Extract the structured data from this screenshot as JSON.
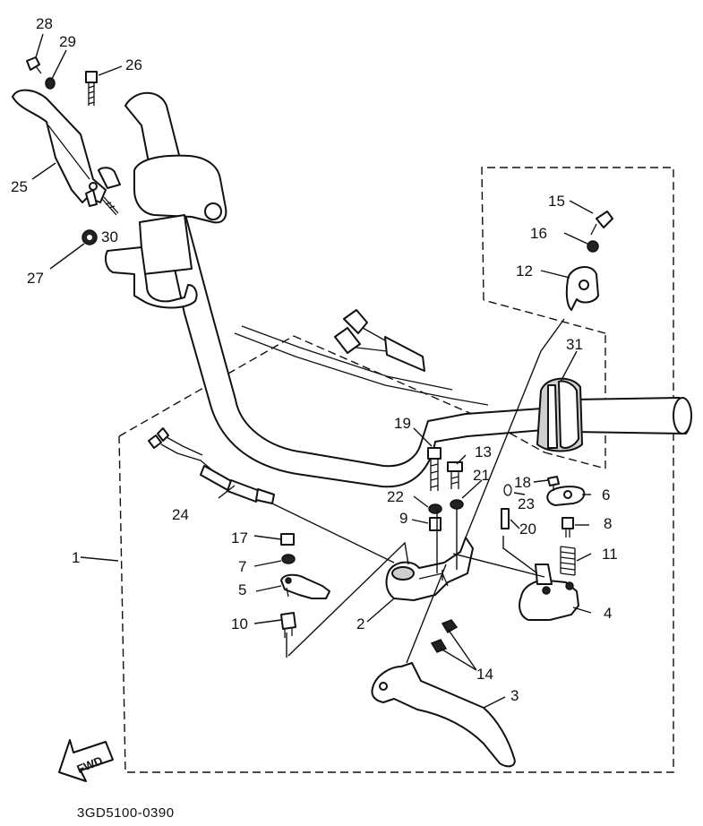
{
  "callouts": {
    "p1": "1",
    "p2": "2",
    "p3": "3",
    "p4": "4",
    "p5": "5",
    "p6": "6",
    "p7": "7",
    "p8": "8",
    "p9": "9",
    "p10": "10",
    "p11": "11",
    "p12": "12",
    "p13": "13",
    "p14": "14",
    "p15": "15",
    "p16": "16",
    "p17": "17",
    "p18": "18",
    "p19": "19",
    "p20": "20",
    "p21": "21",
    "p22": "22",
    "p23": "23",
    "p24": "24",
    "p25": "25",
    "p26": "26",
    "p27": "27",
    "p28": "28",
    "p29": "29",
    "p30": "30",
    "p31": "31"
  },
  "fwd_label": "FWD",
  "diagram_code": "3GD5100-0390"
}
